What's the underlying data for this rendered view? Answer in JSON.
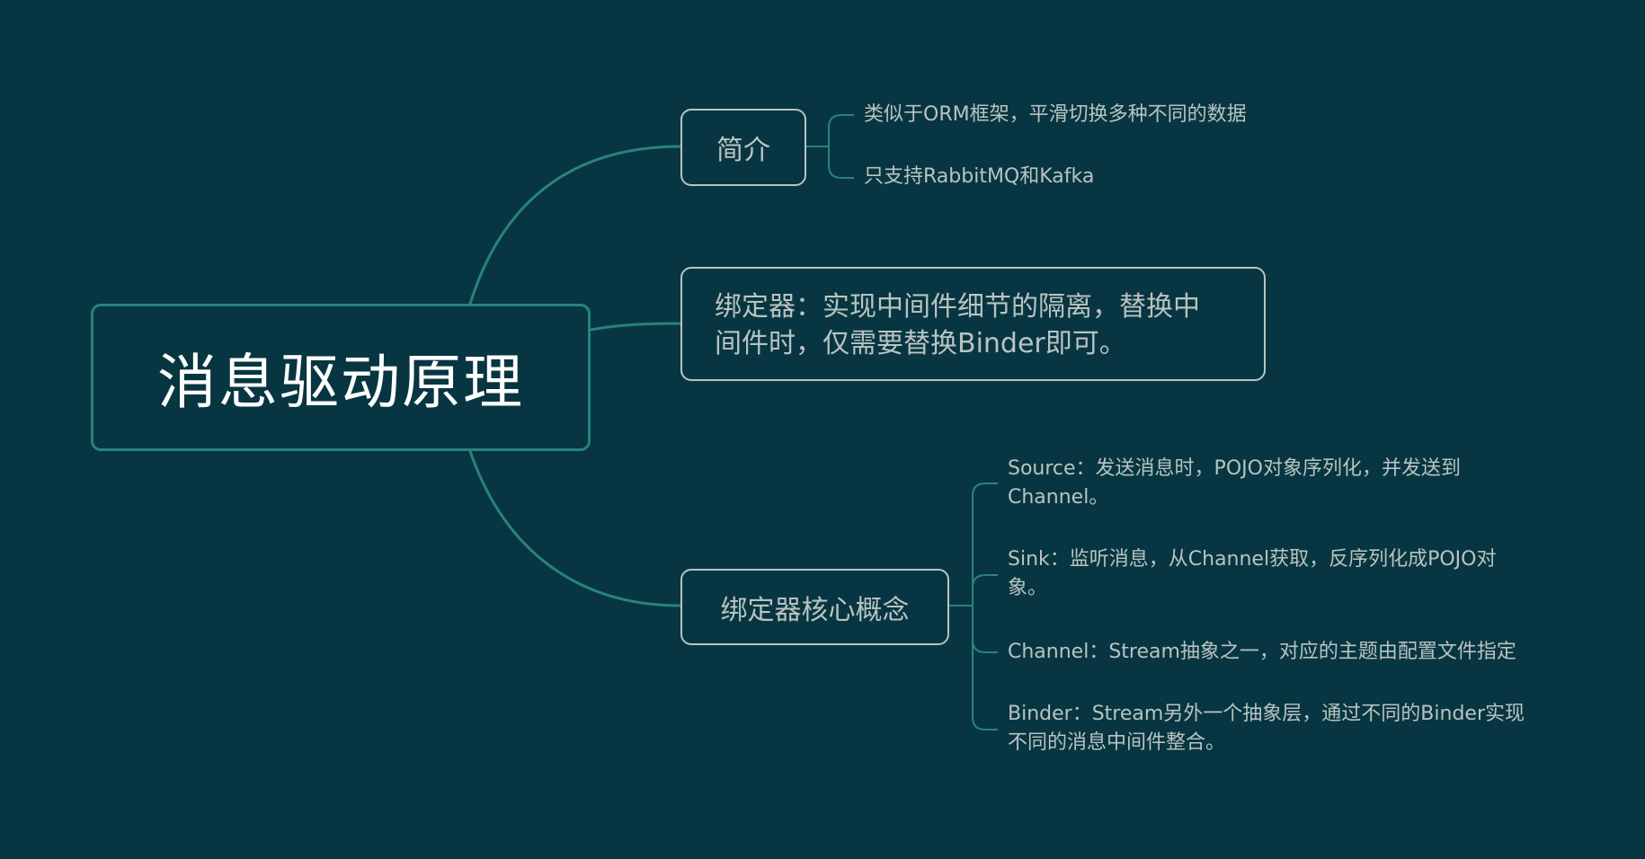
{
  "root": {
    "title": "消息驱动原理"
  },
  "topics": [
    {
      "label": "简介",
      "children": [
        {
          "text": "类似于ORM框架，平滑切换多种不同的数据"
        },
        {
          "text": "只支持RabbitMQ和Kafka"
        }
      ]
    },
    {
      "label_lines": [
        "绑定器：实现中间件细节的隔离，替换中",
        "间件时，仅需要替换Binder即可。"
      ]
    },
    {
      "label": "绑定器核心概念",
      "children": [
        {
          "lines": [
            "Source：发送消息时，POJO对象序列化，并发送到",
            "Channel。"
          ]
        },
        {
          "lines": [
            "Sink：监听消息，从Channel获取，反序列化成POJO对",
            "象。"
          ]
        },
        {
          "lines": [
            "Channel：Stream抽象之一，对应的主题由配置文件指定"
          ]
        },
        {
          "lines": [
            "Binder：Stream另外一个抽象层，通过不同的Binder实现",
            "不同的消息中间件整合。"
          ]
        }
      ]
    }
  ],
  "colors": {
    "background": "#073642",
    "connector": "#2a827d",
    "topic_border": "#b9c3c1",
    "text": "#b9c3c1",
    "root_text": "#ffffff"
  }
}
